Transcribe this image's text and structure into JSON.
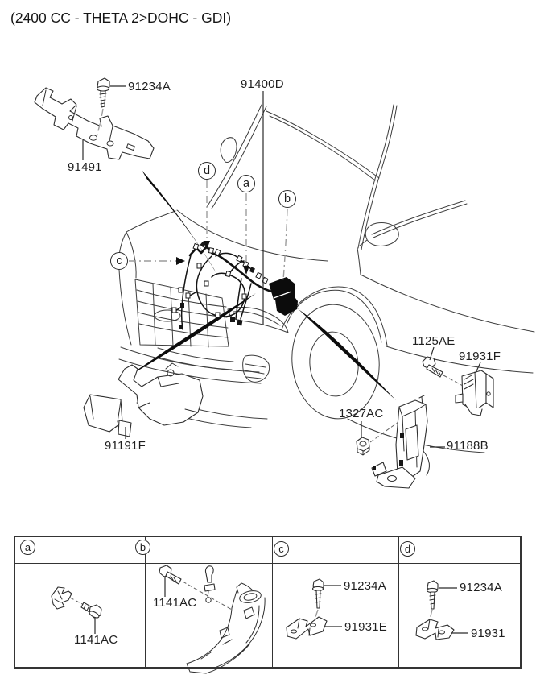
{
  "title": "(2400 CC - THETA 2>DOHC - GDI)",
  "colors": {
    "line": "#2e2e2e",
    "band": "#0c0c0c",
    "callout_line": "#9c9c9c",
    "text": "#1f1f1f",
    "background": "#ffffff"
  },
  "diagram": {
    "part_labels": {
      "bolt_top": "91234A",
      "main_harness": "91400D",
      "upper_rail_bracket": "91491",
      "lower_protector": "91191F",
      "side_bolt": "1125AE",
      "bracket_f": "91931F",
      "nut": "1327AC",
      "side_bracket": "91188B"
    },
    "callouts": [
      {
        "letter": "a"
      },
      {
        "letter": "b"
      },
      {
        "letter": "c"
      },
      {
        "letter": "d"
      }
    ]
  },
  "table": {
    "cells": [
      {
        "letter": "a",
        "parts": [
          "1141AC"
        ]
      },
      {
        "letter": "b",
        "parts": [
          "1141AC"
        ]
      },
      {
        "letter": "c",
        "parts": [
          "91234A",
          "91931E"
        ]
      },
      {
        "letter": "d",
        "parts": [
          "91234A",
          "91931"
        ]
      }
    ]
  }
}
